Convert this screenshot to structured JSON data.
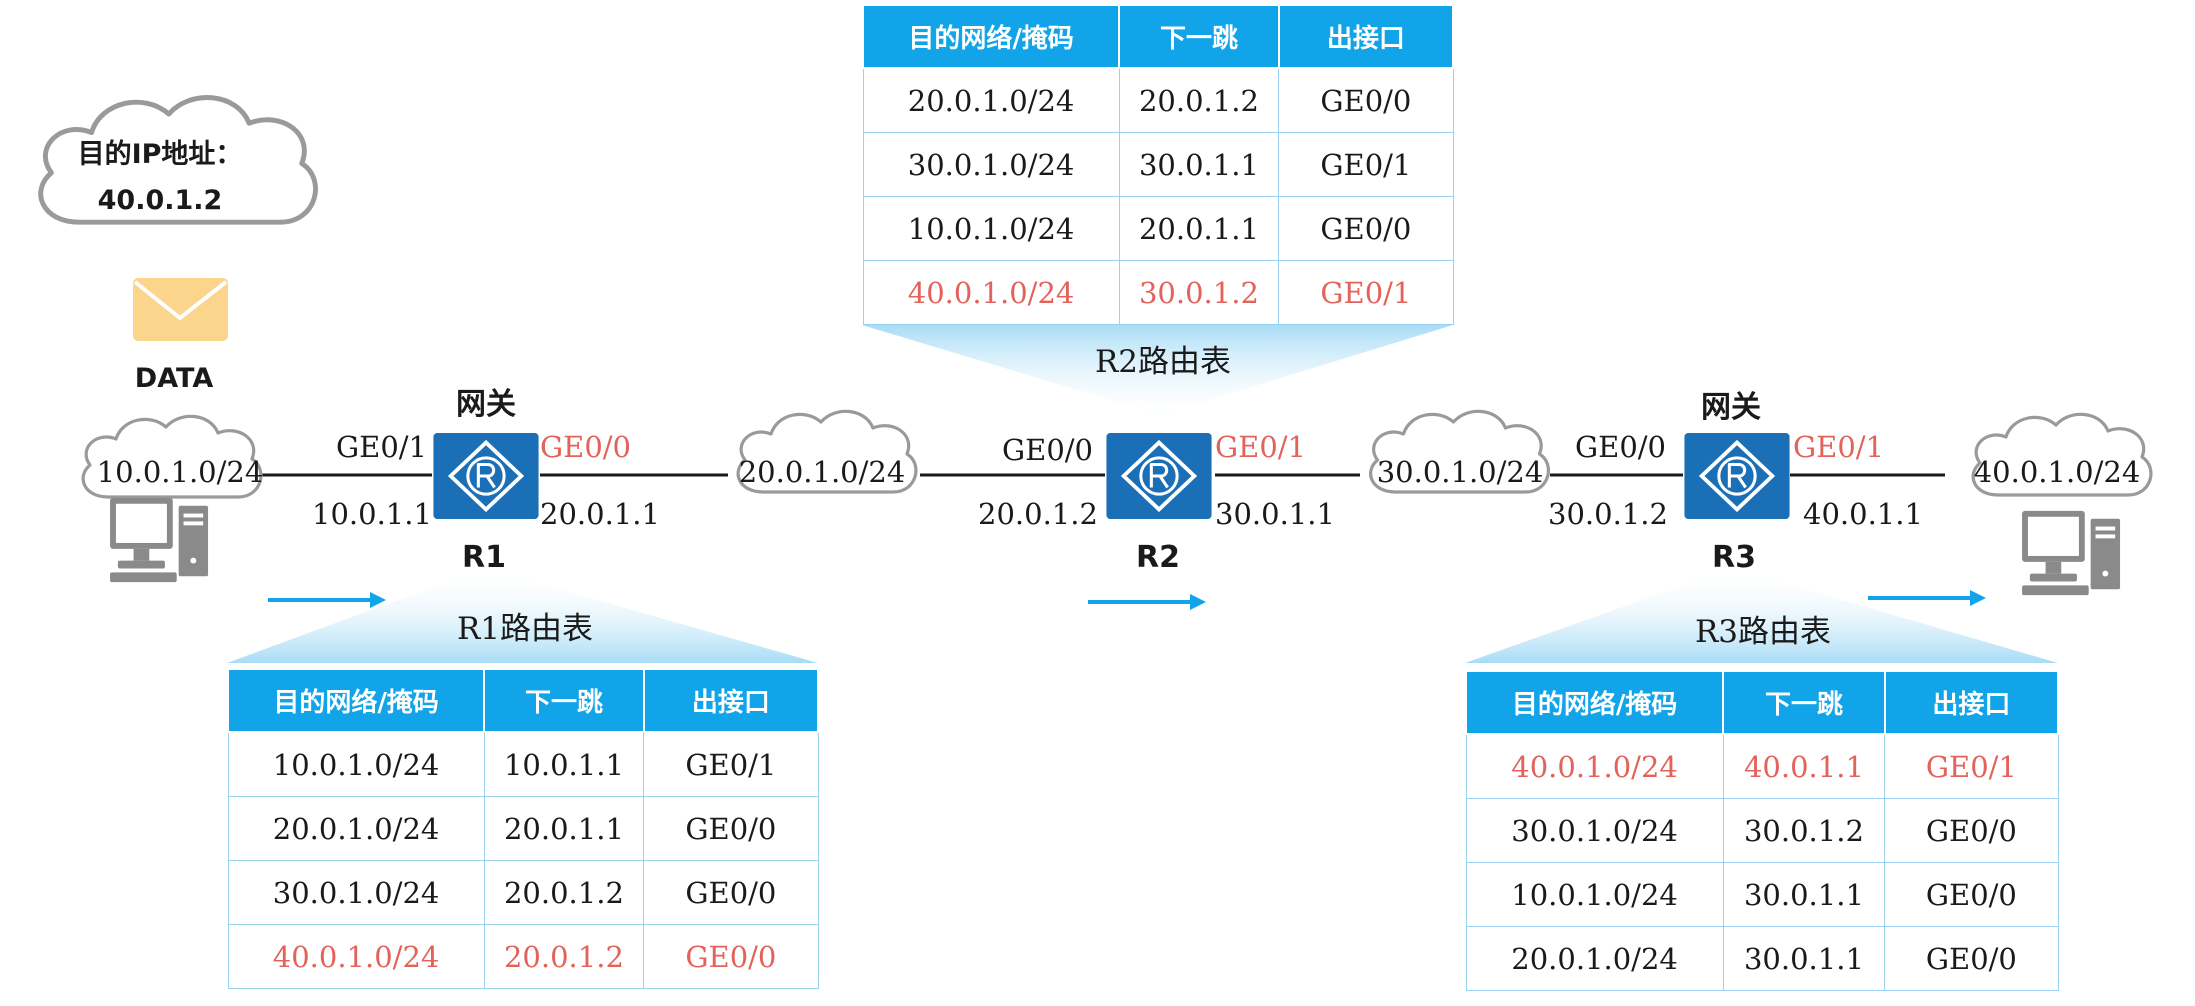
{
  "colors": {
    "accent_blue": "#11a4e8",
    "router_blue": "#1b6fb6",
    "highlight_red": "#e3625a",
    "envelope": "#fbd58b",
    "cloud_stroke": "#9a9a9a",
    "arrow": "#11a4e8"
  },
  "bubble": {
    "line1": "目的IP地址：",
    "line2": "40.0.1.2"
  },
  "envelope_label": "DATA",
  "networks": {
    "n1": "10.0.1.0/24",
    "n2": "20.0.1.0/24",
    "n3": "30.0.1.0/24",
    "n4": "40.0.1.0/24"
  },
  "routers": {
    "r1": {
      "name": "R1",
      "gateway": "网关",
      "left_if": "GE0/1",
      "left_ip": "10.0.1.1",
      "right_if": "GE0/0",
      "right_ip": "20.0.1.1"
    },
    "r2": {
      "name": "R2",
      "left_if": "GE0/0",
      "left_ip": "20.0.1.2",
      "right_if": "GE0/1",
      "right_ip": "30.0.1.1"
    },
    "r3": {
      "name": "R3",
      "gateway": "网关",
      "left_if": "GE0/0",
      "left_ip": "30.0.1.2",
      "right_if": "GE0/1",
      "right_ip": "40.0.1.1"
    }
  },
  "table_headers": {
    "dest": "目的网络/掩码",
    "next_hop": "下一跳",
    "out_if": "出接口"
  },
  "tables": {
    "r1": {
      "caption": "R1路由表",
      "rows": [
        {
          "dest": "10.0.1.0/24",
          "next_hop": "10.0.1.1",
          "out_if": "GE0/1",
          "highlight": false
        },
        {
          "dest": "20.0.1.0/24",
          "next_hop": "20.0.1.1",
          "out_if": "GE0/0",
          "highlight": false
        },
        {
          "dest": "30.0.1.0/24",
          "next_hop": "20.0.1.2",
          "out_if": "GE0/0",
          "highlight": false
        },
        {
          "dest": "40.0.1.0/24",
          "next_hop": "20.0.1.2",
          "out_if": "GE0/0",
          "highlight": true
        }
      ]
    },
    "r2": {
      "caption": "R2路由表",
      "rows": [
        {
          "dest": "20.0.1.0/24",
          "next_hop": "20.0.1.2",
          "out_if": "GE0/0",
          "highlight": false
        },
        {
          "dest": "30.0.1.0/24",
          "next_hop": "30.0.1.1",
          "out_if": "GE0/1",
          "highlight": false
        },
        {
          "dest": "10.0.1.0/24",
          "next_hop": "20.0.1.1",
          "out_if": "GE0/0",
          "highlight": false
        },
        {
          "dest": "40.0.1.0/24",
          "next_hop": "30.0.1.2",
          "out_if": "GE0/1",
          "highlight": true
        }
      ]
    },
    "r3": {
      "caption": "R3路由表",
      "rows": [
        {
          "dest": "40.0.1.0/24",
          "next_hop": "40.0.1.1",
          "out_if": "GE0/1",
          "highlight": true
        },
        {
          "dest": "30.0.1.0/24",
          "next_hop": "30.0.1.2",
          "out_if": "GE0/0",
          "highlight": false
        },
        {
          "dest": "10.0.1.0/24",
          "next_hop": "30.0.1.1",
          "out_if": "GE0/0",
          "highlight": false
        },
        {
          "dest": "20.0.1.0/24",
          "next_hop": "30.0.1.1",
          "out_if": "GE0/0",
          "highlight": false
        }
      ]
    }
  }
}
